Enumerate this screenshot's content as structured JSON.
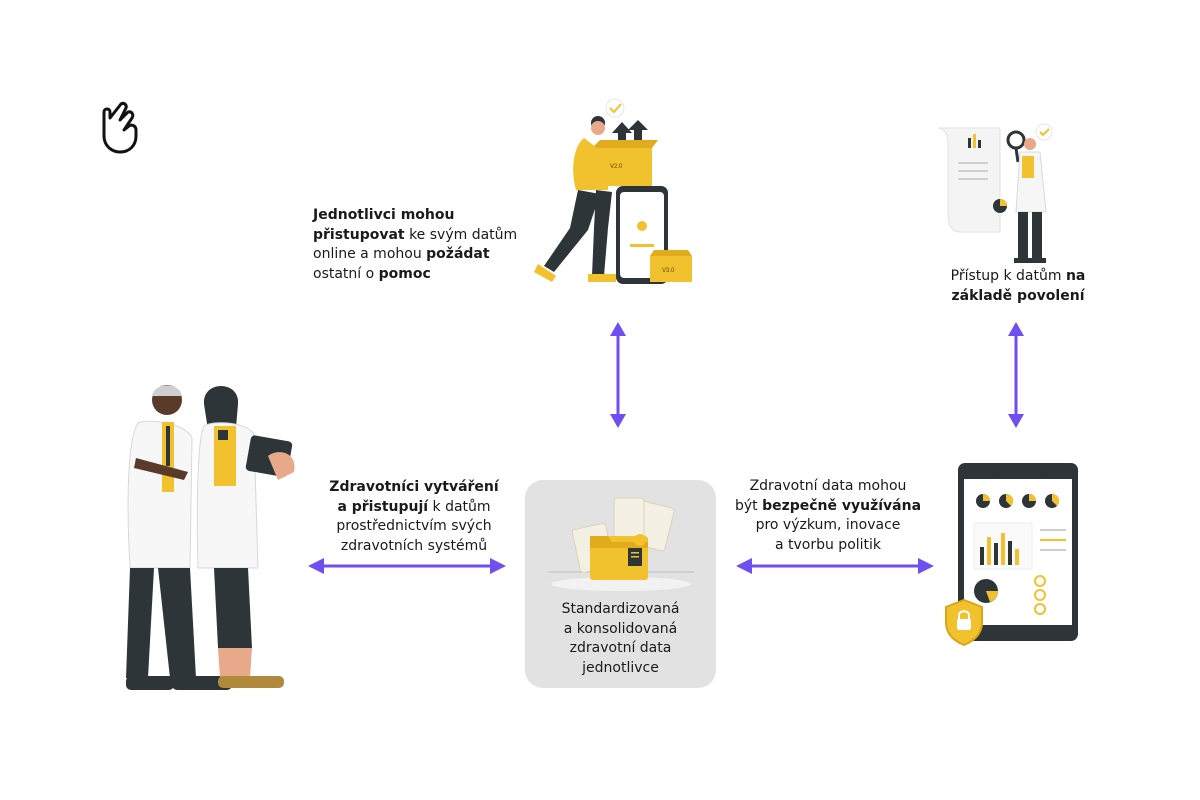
{
  "colors": {
    "accent": "#6f4ef2",
    "yellow": "#f2c12e",
    "dark": "#2e3538",
    "hub_bg": "#e2e2e2"
  },
  "icons": [
    "hand-pointer-icon",
    "shield-lock-icon"
  ],
  "nodes": {
    "patient": {
      "line1_bold": "Jednotlivci mohou",
      "line2_bold": "přistupovat",
      "line2_rest": " ke svým datům",
      "line3_pre": "online a mohou ",
      "line3_bold": "požádat",
      "line4_pre": "ostatní o ",
      "line4_bold": "pomoc"
    },
    "access": {
      "line1_pre": "Přístup k datům ",
      "line1_bold": "na",
      "line2_bold": "základě povolení"
    },
    "clinicians": {
      "line1_bold": "Zdravotníci vytváření",
      "line2_bold": "a přistupují",
      "line2_rest": " k datům",
      "line3": "prostřednictvím svých",
      "line4": "zdravotních systémů"
    },
    "research": {
      "line1": "Zdravotní data mohou",
      "line2_pre": "být ",
      "line2_bold": "bezpečně využívána",
      "line3": "pro výzkum, inovace",
      "line4": "a tvorbu politik"
    },
    "hub": {
      "line1": "Standardizovaná",
      "line2": "a konsolidovaná",
      "line3": "zdravotní data",
      "line4": "jednotlivce"
    }
  },
  "box_labels": [
    "V2.0",
    "V3.0"
  ]
}
